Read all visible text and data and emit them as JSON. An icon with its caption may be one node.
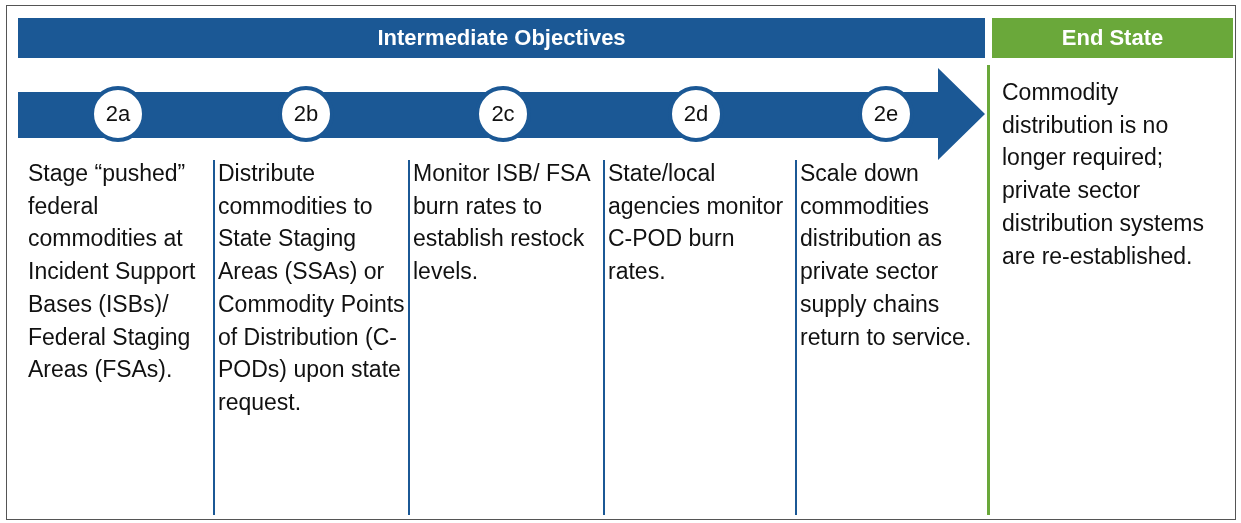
{
  "diagram": {
    "nodes": [
      {
        "text": [
          "Intermediate Objectives"
        ]
      },
      {
        "text": [
          "End State"
        ],
        "beside": [
          "Commodity distribution is no longer required; private sector distribution systems are re-established."
        ]
      },
      {
        "text": [],
        "shape": "arrow"
      },
      {
        "text": [
          "2a"
        ],
        "in": 2,
        "beside": [
          "Stage “pushed” federal commodities at Incident Support Bases (ISBs)/ Federal Staging Areas (FSAs)."
        ]
      },
      {
        "text": [
          "2b"
        ],
        "in": 2,
        "beside": [
          "Distribute commodities to State Staging Areas (SSAs) or Commodity Points of Distribution (C-PODs) upon state request."
        ]
      },
      {
        "text": [
          "2c"
        ],
        "in": 2,
        "beside": [
          "Monitor ISB/ FSA burn rates to establish restock levels."
        ]
      },
      {
        "text": [
          "2d"
        ],
        "in": 2,
        "beside": [
          "State/local agencies monitor C-POD burn rates."
        ]
      },
      {
        "text": [
          "2e"
        ],
        "in": 2,
        "beside": [
          "Scale down commodities distribution as private sector supply chains return to service."
        ]
      }
    ],
    "edges": []
  }
}
